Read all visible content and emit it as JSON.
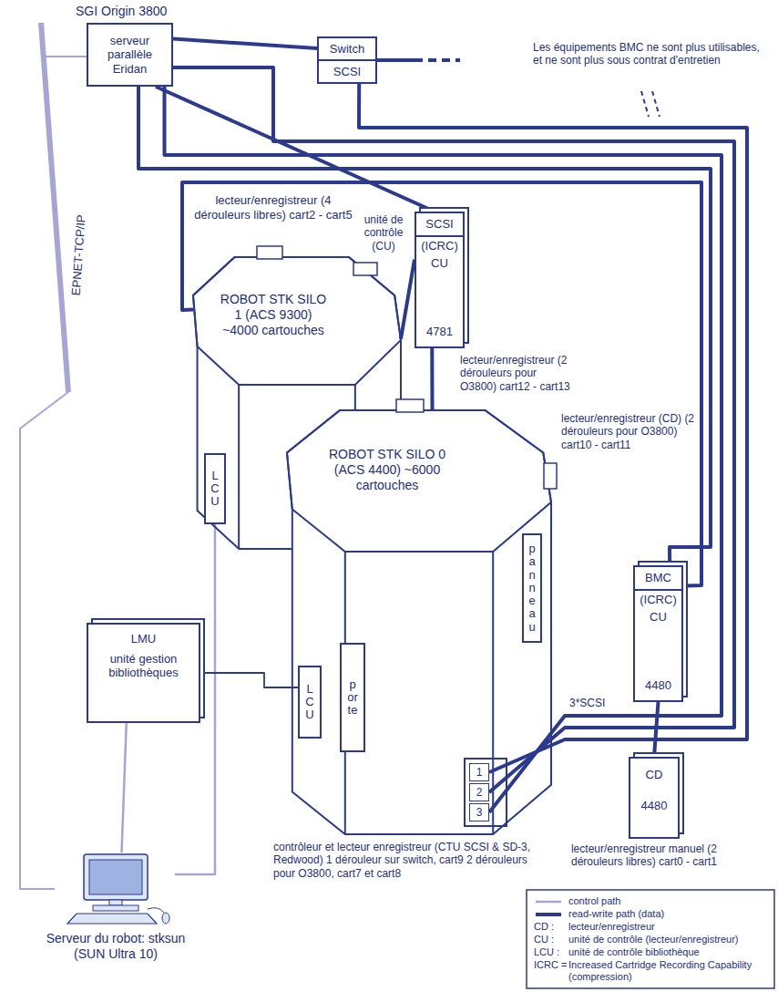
{
  "diagram": {
    "nodes": [
      {
        "text": [
          "SGI Origin 3800",
          "serveur parallèle Eridan"
        ]
      },
      {
        "text": [
          "Switch",
          "SCSI"
        ]
      },
      {
        "text": [
          "ROBOT STK SILO 1 (ACS 9300) ~4000 cartouches"
        ]
      },
      {
        "text": [
          "LCU"
        ],
        "in": 2
      },
      {
        "text": [
          "SCSI",
          "(ICRC)",
          "CU",
          "4781"
        ]
      },
      {
        "text": [
          "BMC",
          "(ICRC)",
          "CU",
          "4480"
        ]
      },
      {
        "text": [
          "ROBOT STK SILO 0 (ACS 4400) ~6000 cartouches"
        ]
      },
      {
        "text": [
          "LCU"
        ],
        "in": 6
      },
      {
        "text": [
          "porte"
        ],
        "in": 6
      },
      {
        "text": [
          "panneau"
        ],
        "in": 6
      },
      {
        "text": [
          "1"
        ],
        "in": 6
      },
      {
        "text": [
          "2"
        ],
        "in": 6
      },
      {
        "text": [
          "3"
        ],
        "in": 6
      },
      {
        "text": [
          "LMU",
          "unité gestion bibliothèques"
        ]
      },
      {
        "text": [
          "CD",
          "4480"
        ]
      },
      {
        "text": [
          "Serveur du robot: stksun (SUN Ultra 10)"
        ]
      }
    ],
    "edges": [
      {
        "from": 0,
        "to": 1,
        "arrow": "none"
      },
      {
        "from": 0,
        "to": 4,
        "arrow": "none"
      },
      {
        "from": 0,
        "to": 5,
        "arrow": "none"
      },
      {
        "from": 1,
        "to": 10,
        "arrow": "none"
      },
      {
        "from": 0,
        "to": 11,
        "arrow": "none"
      },
      {
        "from": 0,
        "to": 12,
        "arrow": "none"
      },
      {
        "from": 4,
        "to": 2,
        "arrow": "none"
      },
      {
        "from": 4,
        "to": 6,
        "arrow": "none"
      },
      {
        "from": 5,
        "to": 2,
        "arrow": "none"
      },
      {
        "from": 5,
        "to": 14,
        "arrow": "none"
      },
      {
        "from": 15,
        "to": 13,
        "arrow": "none"
      },
      {
        "from": 15,
        "to": 3,
        "arrow": "none"
      },
      {
        "from": 13,
        "to": 7,
        "arrow": "none"
      }
    ],
    "labels": [
      "EPNET-TCP/IP",
      "Les équipements BMC ne sont plus utilisables, et ne sont plus sous contrat d'entretien",
      "lecteur/enregistreur (4 dérouleurs libres) cart2 - cart5",
      "unité de contrôle (CU)",
      "lecteur/enregistreur (2 dérouleurs pour O3800) cart12 - cart13",
      "lecteur/enregistreur (CD) (2 dérouleurs pour O3800) cart10 - cart11",
      "3*SCSI",
      "contrôleur et lecteur enregistreur (CTU SCSI & SD-3, Redwood) 1 dérouleur sur switch, cart9 2 dérouleurs pour O3800, cart7 et cart8",
      "lecteur/enregistreur manuel (2 dérouleurs libres) cart0 - cart1",
      "CD :",
      "lecteur/enregistreur",
      "CU :",
      "unité de contrôle (lecteur/enregistreur)",
      "LCU :",
      "unité de contrôle bibliothèque",
      "ICRC =",
      "Increased Cartridge Recording Capability (compression)"
    ],
    "legend": [
      {
        "text": "control path"
      },
      {
        "text": "read-write path (data)"
      }
    ]
  }
}
